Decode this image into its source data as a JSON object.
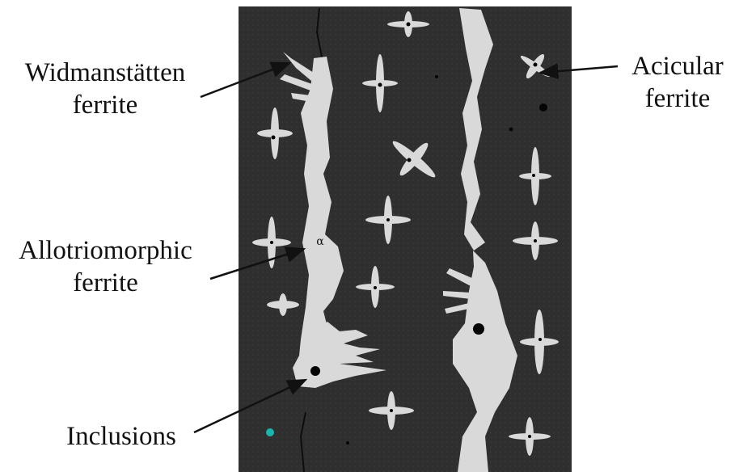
{
  "labels": {
    "widmanstatten": [
      "Widmanstätten",
      "ferrite"
    ],
    "allotriomorphic": [
      "Allotriomorphic",
      "ferrite"
    ],
    "inclusions": [
      "Inclusions"
    ],
    "acicular": [
      "Acicular",
      "ferrite"
    ]
  },
  "phase_symbol": "α",
  "colors": {
    "matrix": "#2f2f2f",
    "ferrite": "#d9d9d9",
    "inclusion": "#050505",
    "arrow": "#111111",
    "stray_dot": "#19b6b0"
  }
}
